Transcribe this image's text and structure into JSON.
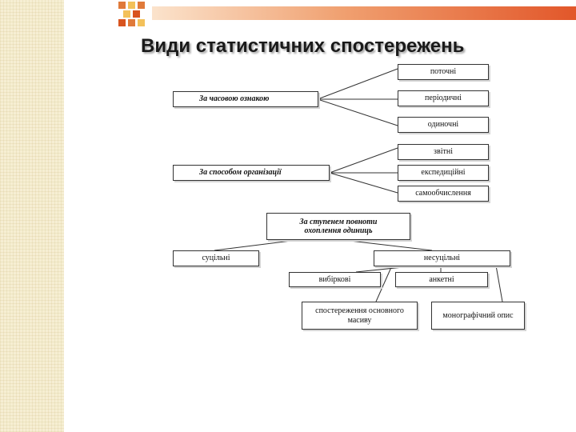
{
  "title": "Види статистичних спостережень",
  "colors": {
    "accent_gradient_end": "#e2572a",
    "band": "#f6eed3",
    "title_shadow": "#888888"
  },
  "groups": {
    "time": {
      "label": "За часовою ознакою",
      "items": [
        "поточні",
        "періодичні",
        "одиночні"
      ]
    },
    "organization": {
      "label": "За способом організації",
      "items": [
        "звітні",
        "експедиційні",
        "самообчислення"
      ]
    },
    "coverage": {
      "label_line1": "За ступенем повноти",
      "label_line2": "охоплення одиниць",
      "full": "суцільні",
      "partial": "несуцільні",
      "partial_items": [
        "вибіркові",
        "анкетні",
        "спостереження основного масиву",
        "монографічний опис"
      ]
    }
  }
}
